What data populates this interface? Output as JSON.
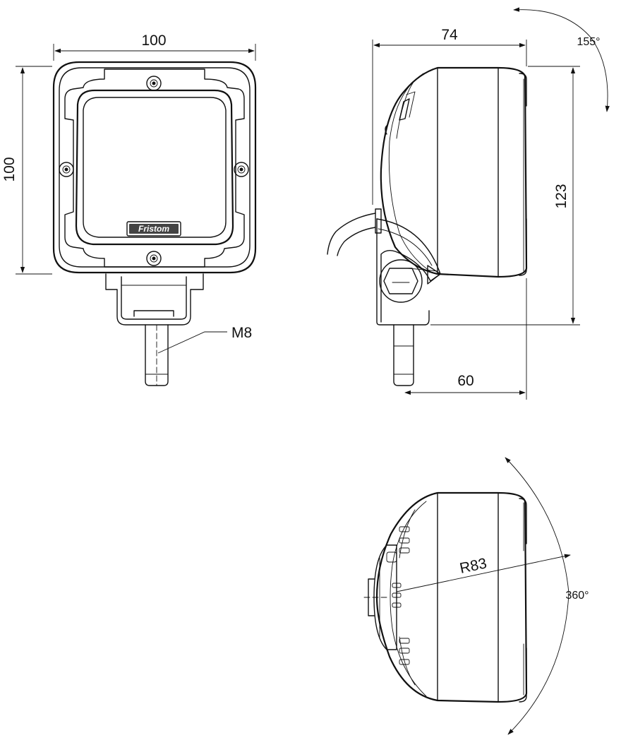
{
  "front_view": {
    "width_label": "100",
    "height_label": "100",
    "thread_label": "M8",
    "brand_text": "Fristom"
  },
  "side_view": {
    "depth_label": "74",
    "height_label": "123",
    "base_label": "60",
    "tilt_label": "155°"
  },
  "bottom_view": {
    "radius_label": "R83",
    "rotation_label": "360°"
  }
}
